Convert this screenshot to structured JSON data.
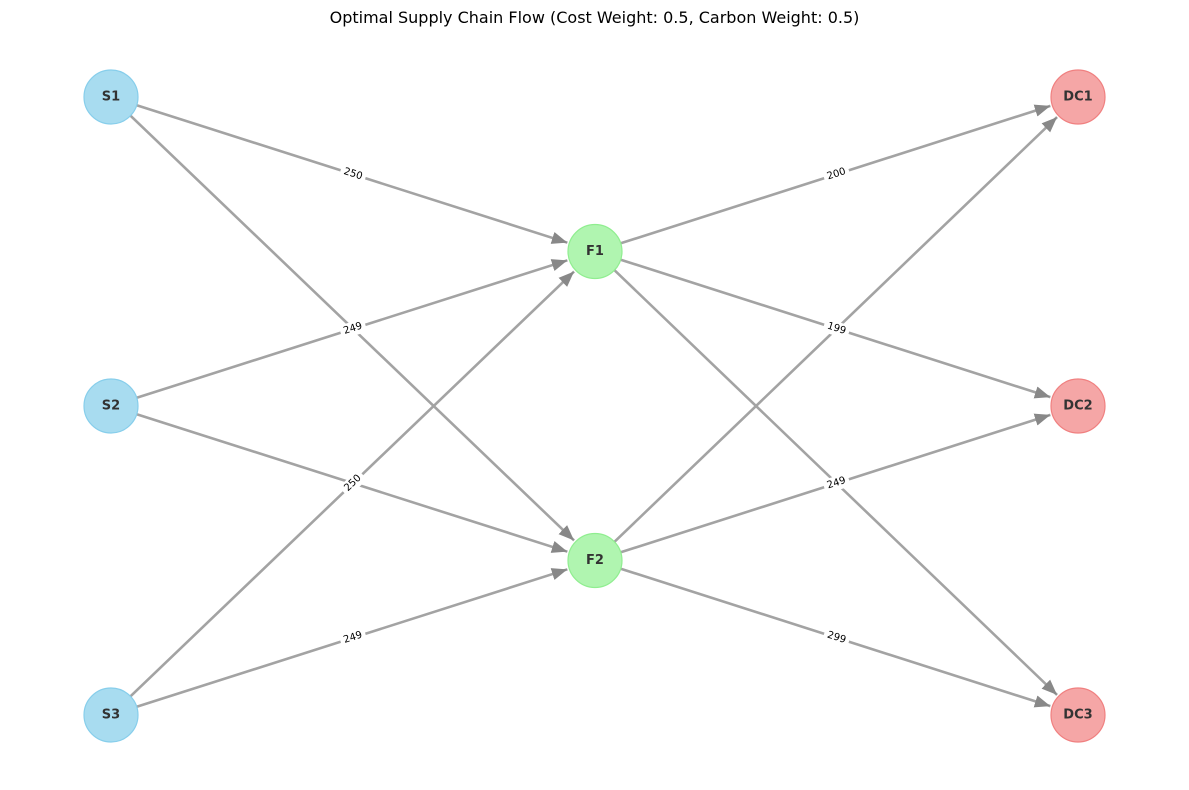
{
  "title": "Optimal Supply Chain Flow (Cost Weight: 0.5, Carbon Weight: 0.5)",
  "colors": {
    "supplier_fill": "#a8dcf0",
    "supplier_edge": "#87ceeb",
    "factory_fill": "#b0f5b0",
    "factory_edge": "#90ee90",
    "dc_fill": "#f5a6a6",
    "dc_edge": "#f08080",
    "edge": "#a3a3a3",
    "arrow": "#888888"
  },
  "nodes": [
    {
      "id": "S1",
      "type": "supplier",
      "layer": 0,
      "row": 0
    },
    {
      "id": "S2",
      "type": "supplier",
      "layer": 0,
      "row": 1
    },
    {
      "id": "S3",
      "type": "supplier",
      "layer": 0,
      "row": 2
    },
    {
      "id": "F1",
      "type": "factory",
      "layer": 1,
      "row": 0.5
    },
    {
      "id": "F2",
      "type": "factory",
      "layer": 1,
      "row": 1.5
    },
    {
      "id": "DC1",
      "type": "dc",
      "layer": 2,
      "row": 0
    },
    {
      "id": "DC2",
      "type": "dc",
      "layer": 2,
      "row": 1
    },
    {
      "id": "DC3",
      "type": "dc",
      "layer": 2,
      "row": 2
    }
  ],
  "edges": [
    {
      "from": "S1",
      "to": "F2",
      "flow": null
    },
    {
      "from": "S2",
      "to": "F2",
      "flow": null
    },
    {
      "from": "F2",
      "to": "DC1",
      "flow": null
    },
    {
      "from": "F1",
      "to": "DC3",
      "flow": null
    },
    {
      "from": "S1",
      "to": "F1",
      "flow": "250"
    },
    {
      "from": "S2",
      "to": "F1",
      "flow": "249"
    },
    {
      "from": "S3",
      "to": "F1",
      "flow": "250"
    },
    {
      "from": "S3",
      "to": "F2",
      "flow": "249"
    },
    {
      "from": "F1",
      "to": "DC1",
      "flow": "200"
    },
    {
      "from": "F1",
      "to": "DC2",
      "flow": "199"
    },
    {
      "from": "F2",
      "to": "DC2",
      "flow": "249"
    },
    {
      "from": "F2",
      "to": "DC3",
      "flow": "299"
    }
  ]
}
